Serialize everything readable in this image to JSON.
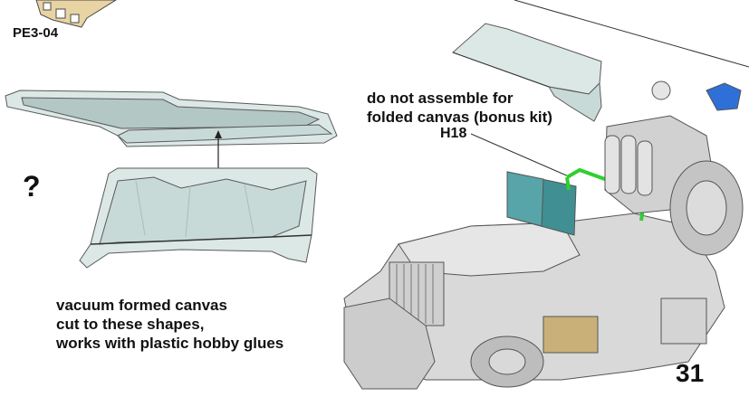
{
  "labels": {
    "part_ref": "PE3-04",
    "question": "?",
    "canvas_note": [
      "vacuum formed canvas",
      "cut to these shapes,",
      "works with plastic hobby glues"
    ],
    "assembly_note": [
      "do not assemble for",
      "folded canvas (bonus kit)"
    ],
    "part_callout": "H18",
    "page_number": "31"
  },
  "colors": {
    "canvas_fill": "#dbe8e6",
    "canvas_shadow": "#b3c7c4",
    "vehicle_body": "#d9d9d9",
    "vehicle_shadow": "#9d9d9d",
    "photoetch_brass": "#e8d3a3",
    "highlight_part": "#2fcf2f",
    "windscreen_glass": "#3f8f93",
    "lamp_blue": "#2f6fd8"
  }
}
